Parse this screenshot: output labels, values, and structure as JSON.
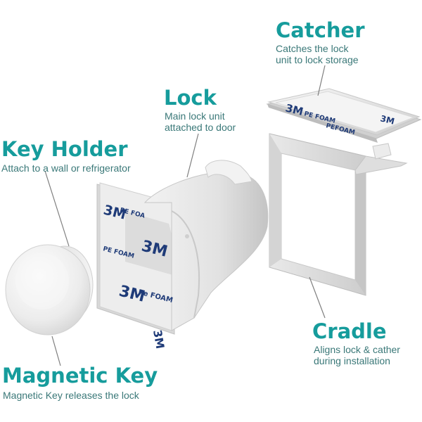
{
  "colors": {
    "accent": "#169c9c",
    "description": "#3a7878",
    "foam_print": "#1f3b78",
    "part_plastic": "#e8e8e8",
    "leader_line": "#7f7f7f"
  },
  "labels": {
    "catcher": {
      "title": "Catcher",
      "line1": "Catches the lock",
      "line2": "unit to lock storage"
    },
    "lock": {
      "title": "Lock",
      "line1": "Main lock unit",
      "line2": "attached to door"
    },
    "key_holder": {
      "title": "Key Holder",
      "line1": "Attach to a wall or refrigerator"
    },
    "cradle": {
      "title": "Cradle",
      "line1": "Aligns lock & cather",
      "line2": "during installation"
    },
    "magnetic_key": {
      "title": "Magnetic Key",
      "line1": "Magnetic Key releases the lock"
    }
  },
  "foam_tape": {
    "brand": "3M",
    "material_pe_foam": "PE FOAM",
    "material_pe_foam_alt": "PEFOAM",
    "material_pe_foam_short": "PE FOA",
    "material_pe_foam_lock": "Pe FOAM"
  },
  "parts": [
    "catcher",
    "lock",
    "key_holder",
    "cradle",
    "magnetic_key"
  ]
}
